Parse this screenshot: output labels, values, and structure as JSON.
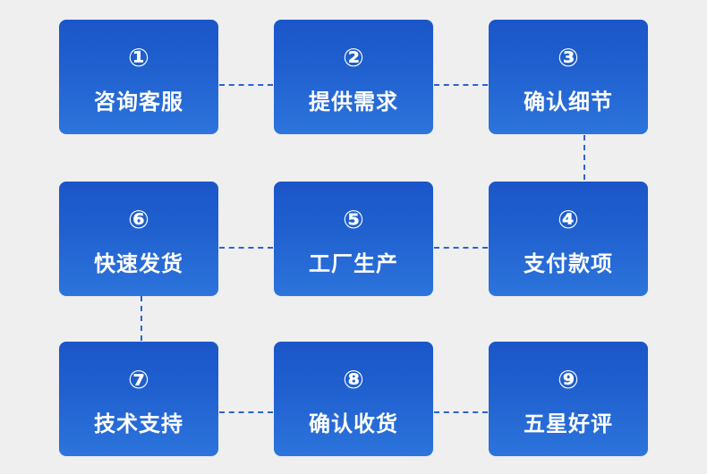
{
  "steps": [
    {
      "number": "①",
      "label": "咨询客服"
    },
    {
      "number": "②",
      "label": "提供需求"
    },
    {
      "number": "③",
      "label": "确认细节"
    },
    {
      "number": "④",
      "label": "支付款项"
    },
    {
      "number": "⑤",
      "label": "工厂生产"
    },
    {
      "number": "⑥",
      "label": "快速发货"
    },
    {
      "number": "⑦",
      "label": "技术支持"
    },
    {
      "number": "⑧",
      "label": "确认收货"
    },
    {
      "number": "⑨",
      "label": "五星好评"
    }
  ],
  "colors": {
    "background": "#efefef",
    "box_top": "#1b56c9",
    "box_bottom": "#2d74dc",
    "connector": "#2b63d4",
    "text": "#ffffff"
  }
}
